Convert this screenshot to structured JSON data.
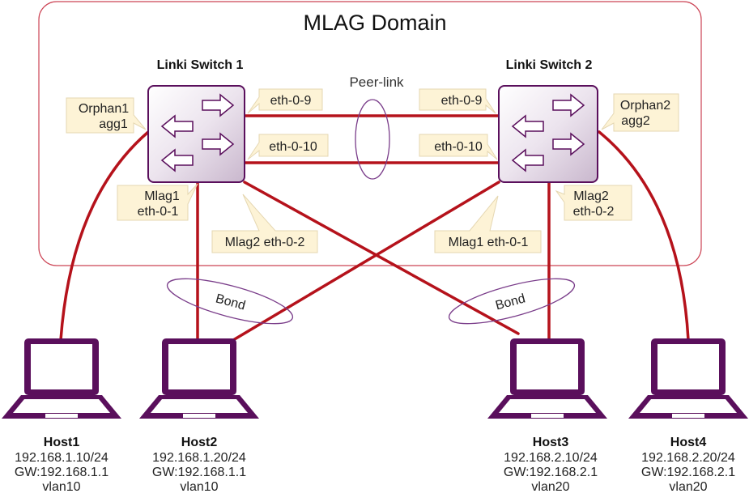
{
  "domain_title": "MLAG Domain",
  "peer_link_label": "Peer-link",
  "switches": [
    {
      "name": "Linki Switch 1"
    },
    {
      "name": "Linki Switch 2"
    }
  ],
  "callouts": {
    "sw1_eth09": "eth-0-9",
    "sw1_eth010": "eth-0-10",
    "sw2_eth09": "eth-0-9",
    "sw2_eth010": "eth-0-10",
    "orphan1": [
      "Orphan1",
      "agg1"
    ],
    "orphan2": [
      "Orphan2",
      "agg2"
    ],
    "sw1_mlag1": [
      "Mlag1",
      "eth-0-1"
    ],
    "sw1_mlag2": "Mlag2 eth-0-2",
    "sw2_mlag2": [
      "Mlag2",
      "eth-0-2"
    ],
    "sw2_mlag1": "Mlag1 eth-0-1"
  },
  "bond_label": "Bond",
  "hosts": [
    {
      "name": "Host1",
      "ip": "192.168.1.10/24",
      "gw": "GW:192.168.1.1",
      "vlan": "vlan10"
    },
    {
      "name": "Host2",
      "ip": "192.168.1.20/24",
      "gw": "GW:192.168.1.1",
      "vlan": "vlan10"
    },
    {
      "name": "Host3",
      "ip": "192.168.2.10/24",
      "gw": "GW:192.168.2.1",
      "vlan": "vlan20"
    },
    {
      "name": "Host4",
      "ip": "192.168.2.20/24",
      "gw": "GW:192.168.2.1",
      "vlan": "vlan20"
    }
  ],
  "colors": {
    "domain_border": "#cc4455",
    "link": "#b5121b",
    "device": "#5a0f5c",
    "callout_fill": "#fdf3d6",
    "bond_ellipse": "#7a3d8a"
  }
}
